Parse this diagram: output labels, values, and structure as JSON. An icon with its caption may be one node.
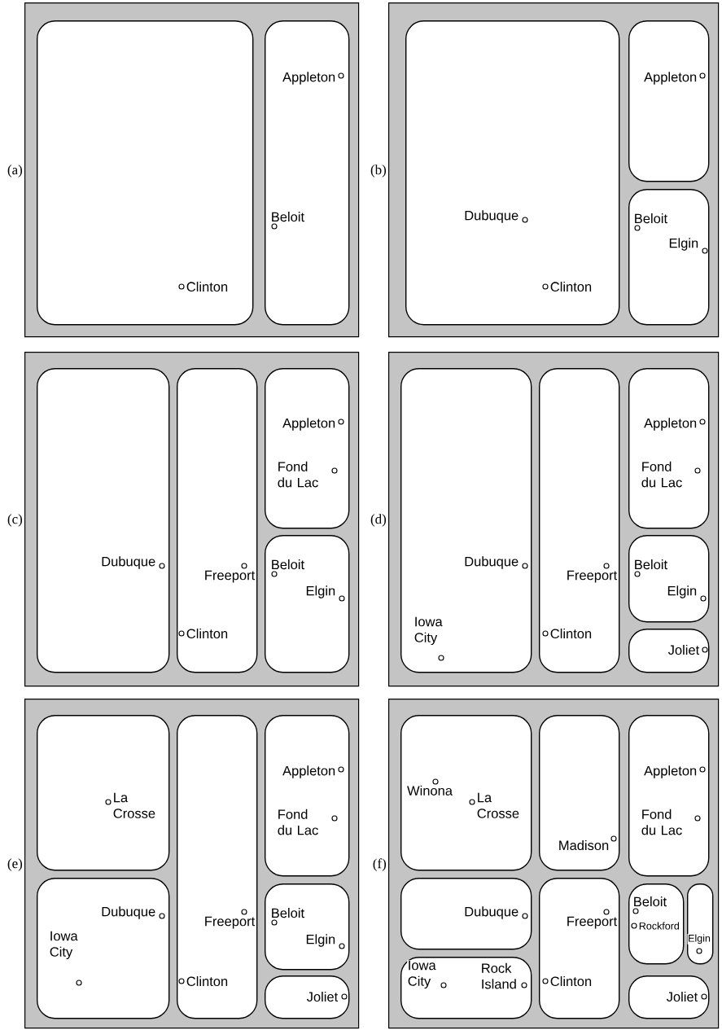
{
  "diagram": {
    "nodes": [
      {
        "text": [],
        "shape": "box",
        "beside": [
          "(a)"
        ]
      },
      {
        "text": [
          "Clinton"
        ],
        "in": 0
      },
      {
        "text": [
          "Appleton",
          "Beloit"
        ],
        "in": 0
      },
      {
        "text": [],
        "shape": "box",
        "beside": [
          "(b)"
        ]
      },
      {
        "text": [
          "Dubuque",
          "Clinton"
        ],
        "in": 3
      },
      {
        "text": [
          "Appleton"
        ],
        "in": 3
      },
      {
        "text": [
          "Beloit",
          "Elgin"
        ],
        "in": 3
      },
      {
        "text": [],
        "shape": "box",
        "beside": [
          "(c)"
        ]
      },
      {
        "text": [
          "Dubuque"
        ],
        "in": 7
      },
      {
        "text": [
          "Freeport",
          "Clinton"
        ],
        "in": 7
      },
      {
        "text": [
          "Appleton",
          "Fond du Lac"
        ],
        "in": 7
      },
      {
        "text": [
          "Beloit",
          "Elgin"
        ],
        "in": 7
      },
      {
        "text": [],
        "shape": "box",
        "beside": [
          "(d)"
        ]
      },
      {
        "text": [
          "Dubuque",
          "Iowa City"
        ],
        "in": 12
      },
      {
        "text": [
          "Freeport",
          "Clinton"
        ],
        "in": 12
      },
      {
        "text": [
          "Appleton",
          "Fond du Lac"
        ],
        "in": 12
      },
      {
        "text": [
          "Beloit",
          "Elgin"
        ],
        "in": 12
      },
      {
        "text": [
          "Joliet"
        ],
        "in": 12
      },
      {
        "text": [],
        "shape": "box",
        "beside": [
          "(e)"
        ]
      },
      {
        "text": [
          "La Crosse"
        ],
        "in": 18
      },
      {
        "text": [
          "Dubuque",
          "Iowa City"
        ],
        "in": 18
      },
      {
        "text": [
          "Freeport",
          "Clinton"
        ],
        "in": 18
      },
      {
        "text": [
          "Appleton",
          "Fond du Lac"
        ],
        "in": 18
      },
      {
        "text": [
          "Beloit",
          "Elgin"
        ],
        "in": 18
      },
      {
        "text": [
          "Joliet"
        ],
        "in": 18
      },
      {
        "text": [],
        "shape": "box",
        "beside": [
          "(f)"
        ]
      },
      {
        "text": [
          "Winona",
          "La Crosse"
        ],
        "in": 25
      },
      {
        "text": [
          "Madison"
        ],
        "in": 25
      },
      {
        "text": [
          "Appleton",
          "Fond du Lac"
        ],
        "in": 25
      },
      {
        "text": [
          "Dubuque"
        ],
        "in": 25
      },
      {
        "text": [
          "Iowa City",
          "Rock Island"
        ],
        "in": 25
      },
      {
        "text": [
          "Freeport",
          "Clinton"
        ],
        "in": 25
      },
      {
        "text": [
          "Beloit",
          "Rockford"
        ],
        "in": 25
      },
      {
        "text": [
          "Elgin"
        ],
        "in": 25
      },
      {
        "text": [
          "Joliet"
        ],
        "in": 25
      }
    ]
  }
}
